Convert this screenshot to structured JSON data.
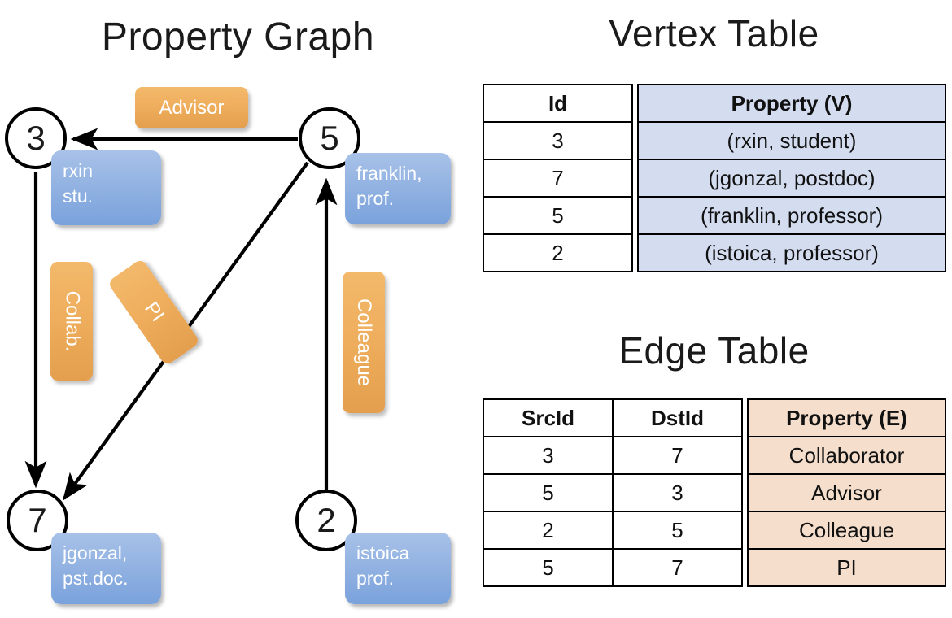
{
  "titles": {
    "property_graph": "Property Graph",
    "vertex_table": "Vertex Table",
    "edge_table": "Edge Table"
  },
  "graph": {
    "nodes": [
      {
        "id": "3",
        "label": "3",
        "property_lines": [
          "rxin",
          "stu."
        ]
      },
      {
        "id": "5",
        "label": "5",
        "property_lines": [
          "franklin,",
          "prof."
        ]
      },
      {
        "id": "7",
        "label": "7",
        "property_lines": [
          "jgonzal,",
          "pst.doc."
        ]
      },
      {
        "id": "2",
        "label": "2",
        "property_lines": [
          "istoica",
          "prof."
        ]
      }
    ],
    "edge_labels": [
      {
        "name": "advisor",
        "text": "Advisor",
        "orientation": "horizontal"
      },
      {
        "name": "collab",
        "text": "Collab.",
        "orientation": "vertical"
      },
      {
        "name": "pi",
        "text": "PI",
        "orientation": "diagonal"
      },
      {
        "name": "colleague",
        "text": "Colleague",
        "orientation": "vertical"
      }
    ],
    "edges": [
      {
        "src": "5",
        "dst": "3",
        "label": "Advisor"
      },
      {
        "src": "3",
        "dst": "7",
        "label": "Collab."
      },
      {
        "src": "5",
        "dst": "7",
        "label": "PI"
      },
      {
        "src": "2",
        "dst": "5",
        "label": "Colleague"
      }
    ]
  },
  "vertex_table": {
    "headers": [
      "Id",
      "Property (V)"
    ],
    "rows": [
      {
        "id": "3",
        "property": "(rxin, student)"
      },
      {
        "id": "7",
        "property": "(jgonzal, postdoc)"
      },
      {
        "id": "5",
        "property": "(franklin, professor)"
      },
      {
        "id": "2",
        "property": "(istoica, professor)"
      }
    ]
  },
  "edge_table": {
    "headers": [
      "SrcId",
      "DstId",
      "Property (E)"
    ],
    "rows": [
      {
        "src": "3",
        "dst": "7",
        "property": "Collaborator"
      },
      {
        "src": "5",
        "dst": "3",
        "property": "Advisor"
      },
      {
        "src": "2",
        "dst": "5",
        "property": "Colleague"
      },
      {
        "src": "5",
        "dst": "7",
        "property": "PI"
      }
    ]
  },
  "colors": {
    "vertex_fill": "#d4ddf0",
    "edge_fill": "#f5decb",
    "node_property_box": "#7aa2dc",
    "edge_label_box": "#eead5c",
    "stroke": "#000000"
  }
}
